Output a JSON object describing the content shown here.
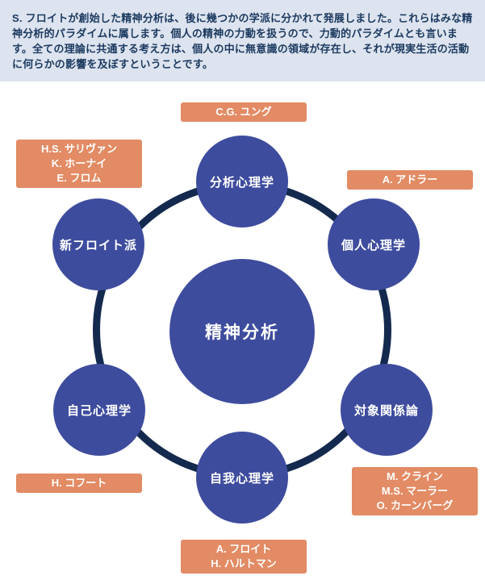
{
  "intro": {
    "text": "S. フロイトが創始した精神分析は、後に幾つかの学派に分かれて発展しました。これらはみな精神分析的パラダイムに属します。個人の精神の力動を扱うので、力動的パラダイムとも言います。全ての理論に共通する考え方は、個人の中に無意識の領域が存在し、それが現実生活の活動に何らかの影響を及ぼすということです。"
  },
  "diagram": {
    "center_label": "精神分析",
    "schools": [
      {
        "name": "分析心理学"
      },
      {
        "name": "個人心理学"
      },
      {
        "name": "対象関係論"
      },
      {
        "name": "自我心理学"
      },
      {
        "name": "自己心理学"
      },
      {
        "name": "新フロイト派"
      }
    ],
    "founders": [
      {
        "lines": [
          "C.G. ユング"
        ]
      },
      {
        "lines": [
          "A. アドラー"
        ]
      },
      {
        "lines": [
          "M. クライン",
          "M.S. マーラー",
          "O. カーンバーグ"
        ]
      },
      {
        "lines": [
          "A. フロイト",
          "H. ハルトマン"
        ]
      },
      {
        "lines": [
          "H. コフート"
        ]
      },
      {
        "lines": [
          "H.S. サリヴァン",
          "K. ホーナイ",
          "E. フロム"
        ]
      }
    ],
    "colors": {
      "node": "#3e4c9e",
      "ring": "#14294e",
      "label": "#e28b64",
      "intro_bg": "#dde4ef",
      "intro_text": "#1c3a60"
    }
  }
}
